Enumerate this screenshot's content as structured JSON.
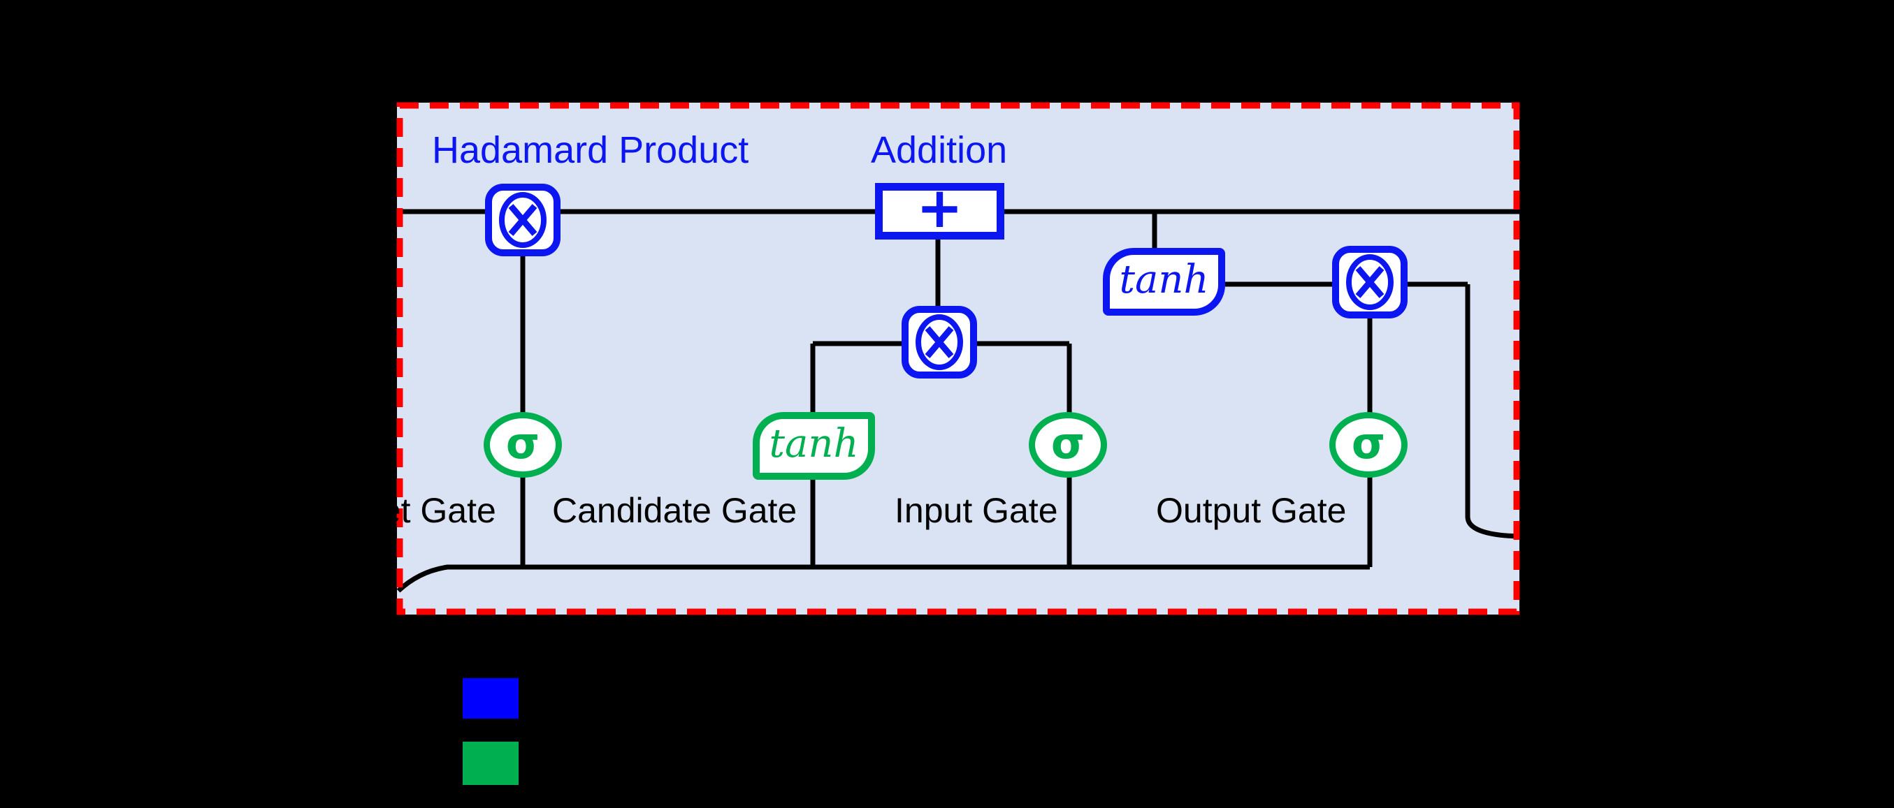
{
  "diagram": {
    "background_color": "#000000",
    "line_color": "#000000",
    "cell": {
      "fill_color": "#DAE3F3",
      "dashed_border_color": "#FF0000",
      "annotations": {
        "hadamard_product": "Hadamard Product",
        "addition": "Addition"
      },
      "gate_labels": [
        "Forget Gate",
        "Candidate Gate",
        "Input Gate",
        "Output Gate"
      ],
      "node_symbols": {
        "multiply": "⊗",
        "plus": "+",
        "sigma": "σ",
        "tanh": "tanh"
      },
      "node_colors": {
        "pointwise_ops": "#0C16F0",
        "activations": "#00B050"
      }
    },
    "legend": {
      "items": [
        {
          "swatch_color": "#0000FF"
        },
        {
          "swatch_color": "#00B050"
        }
      ]
    }
  }
}
